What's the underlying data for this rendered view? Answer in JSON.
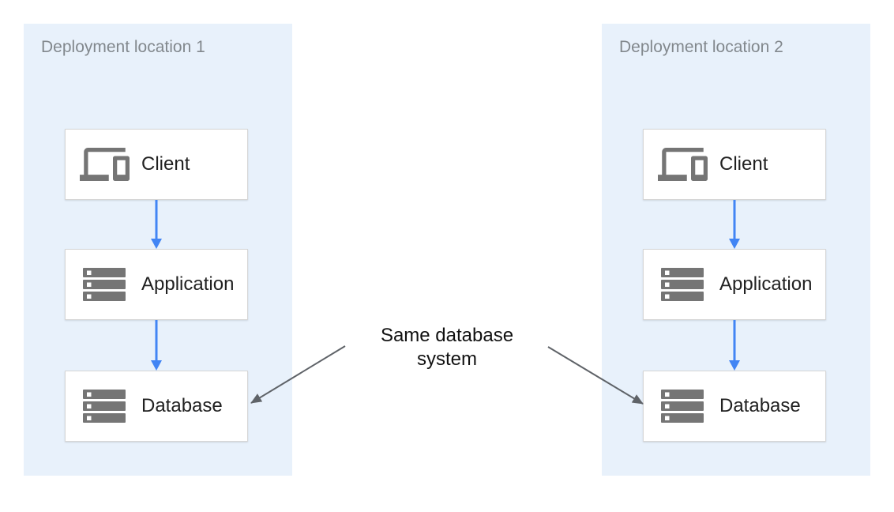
{
  "diagram": {
    "zones": [
      {
        "title": "Deployment location 1",
        "nodes": [
          {
            "label": "Client",
            "icon": "devices-icon"
          },
          {
            "label": "Application",
            "icon": "server-stack-icon"
          },
          {
            "label": "Database",
            "icon": "server-stack-icon"
          }
        ]
      },
      {
        "title": "Deployment location 2",
        "nodes": [
          {
            "label": "Client",
            "icon": "devices-icon"
          },
          {
            "label": "Application",
            "icon": "server-stack-icon"
          },
          {
            "label": "Database",
            "icon": "server-stack-icon"
          }
        ]
      }
    ],
    "annotation": "Same database system",
    "colors": {
      "zone_background": "#E8F1FB",
      "zone_title": "#82888D",
      "node_background": "#FFFFFF",
      "node_border": "#D6D6D6",
      "node_label": "#212121",
      "icon_gray": "#757575",
      "flow_arrow_blue": "#4285F4",
      "annotation_arrow_gray": "#5F6368",
      "annotation_text": "#111111"
    }
  }
}
